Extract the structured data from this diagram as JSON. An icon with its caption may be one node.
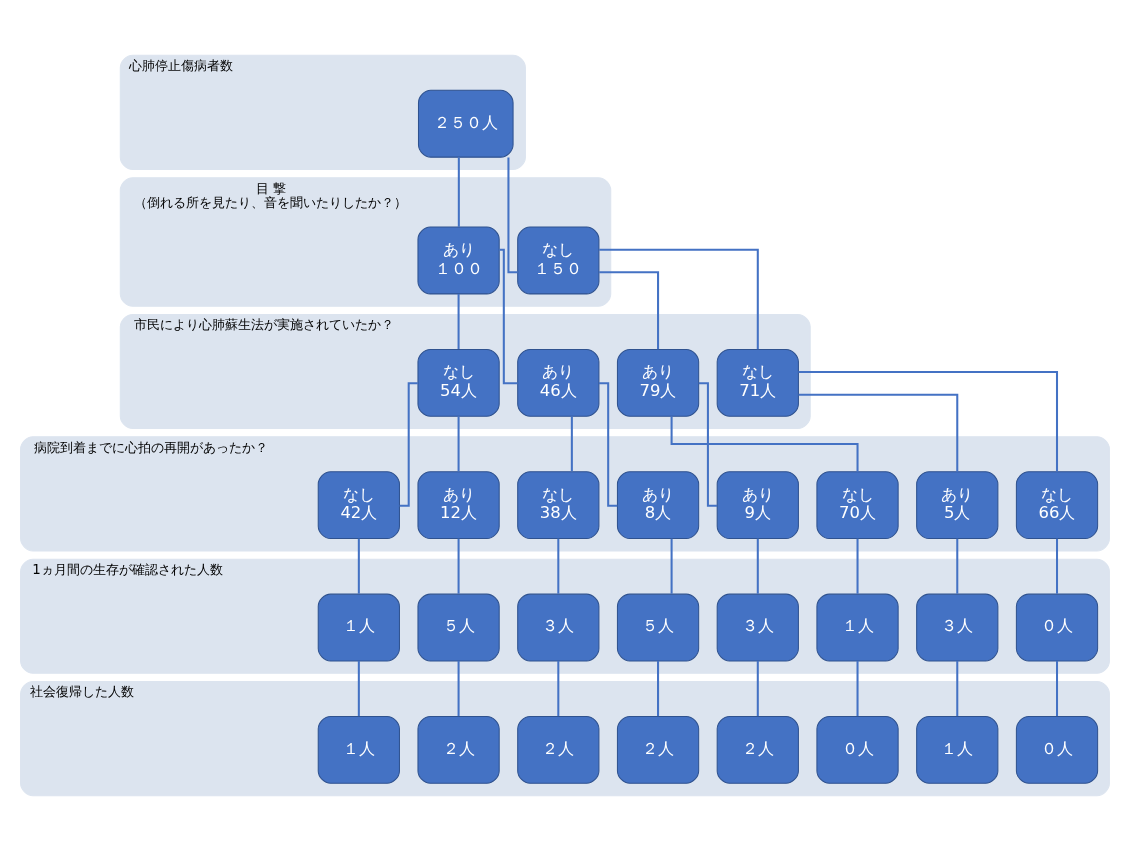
{
  "diagram": {
    "nodes": [
      {
        "text": [
          "心肺停止傷病者数"
        ]
      },
      {
        "text": [
          "２５０人"
        ],
        "in": 0
      },
      {
        "text": [
          "目 撃",
          "（倒れる所を見たり、音を聞いたりしたか？）"
        ]
      },
      {
        "text": [
          "あり",
          "１００"
        ],
        "in": 2
      },
      {
        "text": [
          "なし",
          "１５０"
        ],
        "in": 2
      },
      {
        "text": [
          "市民により心肺蘇生法が実施されていたか？"
        ]
      },
      {
        "text": [
          "あり",
          "46人"
        ],
        "in": 5
      },
      {
        "text": [
          "なし",
          "54人"
        ],
        "in": 5
      },
      {
        "text": [
          "あり",
          "79人"
        ],
        "in": 5
      },
      {
        "text": [
          "なし",
          "71人"
        ],
        "in": 5
      },
      {
        "text": [
          "病院到着までに心拍の再開があったか？"
        ]
      },
      {
        "text": [
          "あり",
          "8人"
        ],
        "in": 10
      },
      {
        "text": [
          "なし",
          "38人"
        ],
        "in": 10
      },
      {
        "text": [
          "あり",
          "12人"
        ],
        "in": 10
      },
      {
        "text": [
          "なし",
          "42人"
        ],
        "in": 10
      },
      {
        "text": [
          "あり",
          "9人"
        ],
        "in": 10
      },
      {
        "text": [
          "なし",
          "70人"
        ],
        "in": 10
      },
      {
        "text": [
          "あり",
          "5人"
        ],
        "in": 10
      },
      {
        "text": [
          "なし",
          "66人"
        ],
        "in": 10
      },
      {
        "text": [
          "1ヵ月間の生存が確認された人数"
        ]
      },
      {
        "text": [
          "５人"
        ],
        "in": 19
      },
      {
        "text": [
          "３人"
        ],
        "in": 19
      },
      {
        "text": [
          "５人"
        ],
        "in": 19
      },
      {
        "text": [
          "１人"
        ],
        "in": 19
      },
      {
        "text": [
          "３人"
        ],
        "in": 19
      },
      {
        "text": [
          "１人"
        ],
        "in": 19
      },
      {
        "text": [
          "３人"
        ],
        "in": 19
      },
      {
        "text": [
          "０人"
        ],
        "in": 19
      },
      {
        "text": [
          "社会復帰した人数"
        ]
      },
      {
        "text": [
          "２人"
        ],
        "in": 28
      },
      {
        "text": [
          "２人"
        ],
        "in": 28
      },
      {
        "text": [
          "２人"
        ],
        "in": 28
      },
      {
        "text": [
          "１人"
        ],
        "in": 28
      },
      {
        "text": [
          "２人"
        ],
        "in": 28
      },
      {
        "text": [
          "０人"
        ],
        "in": 28
      },
      {
        "text": [
          "１人"
        ],
        "in": 28
      },
      {
        "text": [
          "０人"
        ],
        "in": 28
      }
    ],
    "edges": [
      {
        "from": 1,
        "to": 3,
        "arrow": "none"
      },
      {
        "from": 1,
        "to": 4,
        "arrow": "none"
      },
      {
        "from": 3,
        "to": 6,
        "arrow": "none"
      },
      {
        "from": 3,
        "to": 7,
        "arrow": "none"
      },
      {
        "from": 4,
        "to": 8,
        "arrow": "none"
      },
      {
        "from": 4,
        "to": 9,
        "arrow": "none"
      },
      {
        "from": 6,
        "to": 11,
        "arrow": "none"
      },
      {
        "from": 6,
        "to": 12,
        "arrow": "none"
      },
      {
        "from": 7,
        "to": 13,
        "arrow": "none"
      },
      {
        "from": 7,
        "to": 14,
        "arrow": "none"
      },
      {
        "from": 8,
        "to": 15,
        "arrow": "none"
      },
      {
        "from": 8,
        "to": 16,
        "arrow": "none"
      },
      {
        "from": 9,
        "to": 17,
        "arrow": "none"
      },
      {
        "from": 9,
        "to": 18,
        "arrow": "none"
      },
      {
        "from": 11,
        "to": 20,
        "arrow": "none"
      },
      {
        "from": 12,
        "to": 21,
        "arrow": "none"
      },
      {
        "from": 13,
        "to": 22,
        "arrow": "none"
      },
      {
        "from": 14,
        "to": 23,
        "arrow": "none"
      },
      {
        "from": 15,
        "to": 24,
        "arrow": "none"
      },
      {
        "from": 16,
        "to": 25,
        "arrow": "none"
      },
      {
        "from": 17,
        "to": 26,
        "arrow": "none"
      },
      {
        "from": 18,
        "to": 27,
        "arrow": "none"
      },
      {
        "from": 20,
        "to": 29,
        "arrow": "none"
      },
      {
        "from": 21,
        "to": 30,
        "arrow": "none"
      },
      {
        "from": 22,
        "to": 31,
        "arrow": "none"
      },
      {
        "from": 23,
        "to": 32,
        "arrow": "none"
      },
      {
        "from": 24,
        "to": 33,
        "arrow": "none"
      },
      {
        "from": 25,
        "to": 34,
        "arrow": "none"
      },
      {
        "from": 26,
        "to": 35,
        "arrow": "none"
      },
      {
        "from": 27,
        "to": 36,
        "arrow": "none"
      }
    ]
  }
}
